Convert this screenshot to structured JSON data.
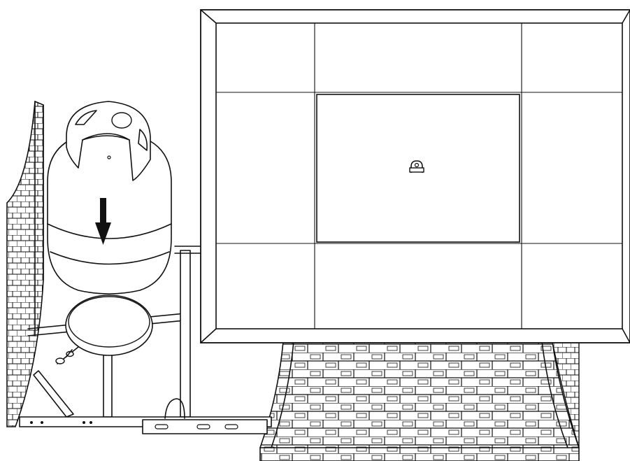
{
  "figure": {
    "description_components": [
      "tabletop",
      "propane-tank",
      "tank-ring-holder",
      "wicker-side-panel",
      "wicker-base-panel",
      "slide-rail",
      "wing-bolt",
      "gas-hose"
    ],
    "arrow_direction": "down",
    "line_color": "#111111",
    "background_color": "#ffffff"
  }
}
